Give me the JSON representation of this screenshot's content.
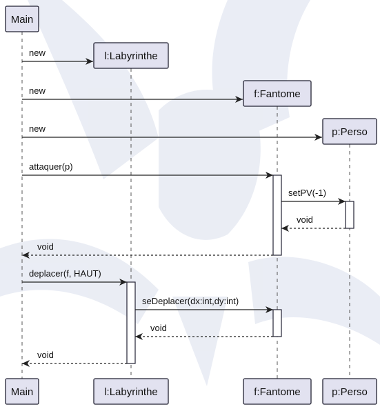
{
  "colors": {
    "background": "#ffffff",
    "watermark": "#e3e7f1",
    "participant_fill": "#e2e2f0",
    "participant_stroke": "#222233",
    "lifeline": "#555555",
    "activation_fill": "#ffffff",
    "arrow": "#222222",
    "text": "#111111"
  },
  "participants": [
    {
      "id": "main",
      "label": "Main"
    },
    {
      "id": "lab",
      "label": "l:Labyrinthe"
    },
    {
      "id": "fan",
      "label": "f:Fantome"
    },
    {
      "id": "perso",
      "label": "p:Perso"
    }
  ],
  "messages": [
    {
      "from": "main",
      "to": "lab",
      "label": "new",
      "kind": "create"
    },
    {
      "from": "main",
      "to": "fan",
      "label": "new",
      "kind": "create"
    },
    {
      "from": "main",
      "to": "perso",
      "label": "new",
      "kind": "create"
    },
    {
      "from": "main",
      "to": "fan",
      "label": "attaquer(p)",
      "kind": "call"
    },
    {
      "from": "fan",
      "to": "perso",
      "label": "setPV(-1)",
      "kind": "call"
    },
    {
      "from": "perso",
      "to": "fan",
      "label": "void",
      "kind": "return"
    },
    {
      "from": "fan",
      "to": "main",
      "label": "void",
      "kind": "return"
    },
    {
      "from": "main",
      "to": "lab",
      "label": "deplacer(f, HAUT)",
      "kind": "call"
    },
    {
      "from": "lab",
      "to": "fan",
      "label": "seDeplacer(dx:int,dy:int)",
      "kind": "call"
    },
    {
      "from": "fan",
      "to": "lab",
      "label": "void",
      "kind": "return"
    },
    {
      "from": "lab",
      "to": "main",
      "label": "void",
      "kind": "return"
    }
  ]
}
